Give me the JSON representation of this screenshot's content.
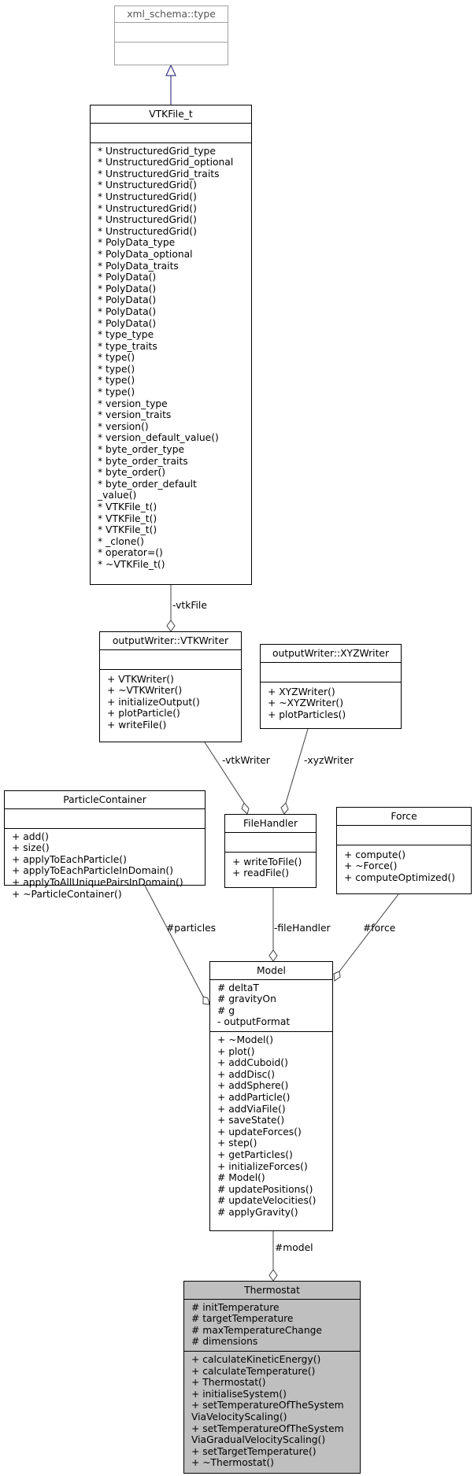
{
  "classes": {
    "xml_schema_type": {
      "name": "xml_schema::type",
      "attributes": [],
      "methods": []
    },
    "vtkfile": {
      "name": "VTKFile_t",
      "attributes": [],
      "methods": [
        "* UnstructuredGrid_type",
        "* UnstructuredGrid_optional",
        "* UnstructuredGrid_traits",
        "* UnstructuredGrid()",
        "* UnstructuredGrid()",
        "* UnstructuredGrid()",
        "* UnstructuredGrid()",
        "* UnstructuredGrid()",
        "* PolyData_type",
        "* PolyData_optional",
        "* PolyData_traits",
        "* PolyData()",
        "* PolyData()",
        "* PolyData()",
        "* PolyData()",
        "* PolyData()",
        "* type_type",
        "* type_traits",
        "* type()",
        "* type()",
        "* type()",
        "* type()",
        "* version_type",
        "* version_traits",
        "* version()",
        "* version_default_value()",
        "* byte_order_type",
        "* byte_order_traits",
        "* byte_order()",
        "* byte_order_default",
        "_value()",
        "* VTKFile_t()",
        "* VTKFile_t()",
        "* VTKFile_t()",
        "* _clone()",
        "* operator=()",
        "* ~VTKFile_t()"
      ]
    },
    "vtkwriter": {
      "name": "outputWriter::VTKWriter",
      "attributes": [],
      "methods": [
        "+ VTKWriter()",
        "+ ~VTKWriter()",
        "+ initializeOutput()",
        "+ plotParticle()",
        "+ writeFile()"
      ]
    },
    "xyzwriter": {
      "name": "outputWriter::XYZWriter",
      "attributes": [],
      "methods": [
        "+ XYZWriter()",
        "+ ~XYZWriter()",
        "+ plotParticles()"
      ]
    },
    "particlecontainer": {
      "name": "ParticleContainer",
      "attributes": [],
      "methods": [
        "+ add()",
        "+ size()",
        "+ applyToEachParticle()",
        "+ applyToEachParticleInDomain()",
        "+ applyToAllUniquePairsInDomain()",
        "+ ~ParticleContainer()"
      ]
    },
    "filehandler": {
      "name": "FileHandler",
      "attributes": [],
      "methods": [
        "+ writeToFile()",
        "+ readFile()"
      ]
    },
    "force": {
      "name": "Force",
      "attributes": [],
      "methods": [
        "+ compute()",
        "+ ~Force()",
        "+ computeOptimized()"
      ]
    },
    "model": {
      "name": "Model",
      "attributes": [
        "# deltaT",
        "# gravityOn",
        "# g",
        "- outputFormat"
      ],
      "methods": [
        "+ ~Model()",
        "+ plot()",
        "+ addCuboid()",
        "+ addDisc()",
        "+ addSphere()",
        "+ addParticle()",
        "+ addViaFile()",
        "+ saveState()",
        "+ updateForces()",
        "+ step()",
        "+ getParticles()",
        "+ initializeForces()",
        "# Model()",
        "# updatePositions()",
        "# updateVelocities()",
        "# applyGravity()"
      ]
    },
    "thermostat": {
      "name": "Thermostat",
      "attributes": [
        "# initTemperature",
        "# targetTemperature",
        "# maxTemperatureChange",
        "# dimensions"
      ],
      "methods": [
        "+ calculateKineticEnergy()",
        "+ calculateTemperature()",
        "+ Thermostat()",
        "+ initialiseSystem()",
        "+ setTemperatureOfTheSystem",
        "ViaVelocityScaling()",
        "+ setTemperatureOfTheSystem",
        "ViaGradualVelocityScaling()",
        "+ setTargetTemperature()",
        "+ ~Thermostat()"
      ]
    }
  },
  "edges": {
    "vtkFile": "-vtkFile",
    "vtkWriter": "-vtkWriter",
    "xyzWriter": "-xyzWriter",
    "fileHandler": "-fileHandler",
    "particles": "#particles",
    "force": "#force",
    "model": "#model"
  },
  "colors": {
    "inherit_arrow": "#191970",
    "focus_fill": "#bfbfbf",
    "external_border": "#a0a0a0"
  }
}
